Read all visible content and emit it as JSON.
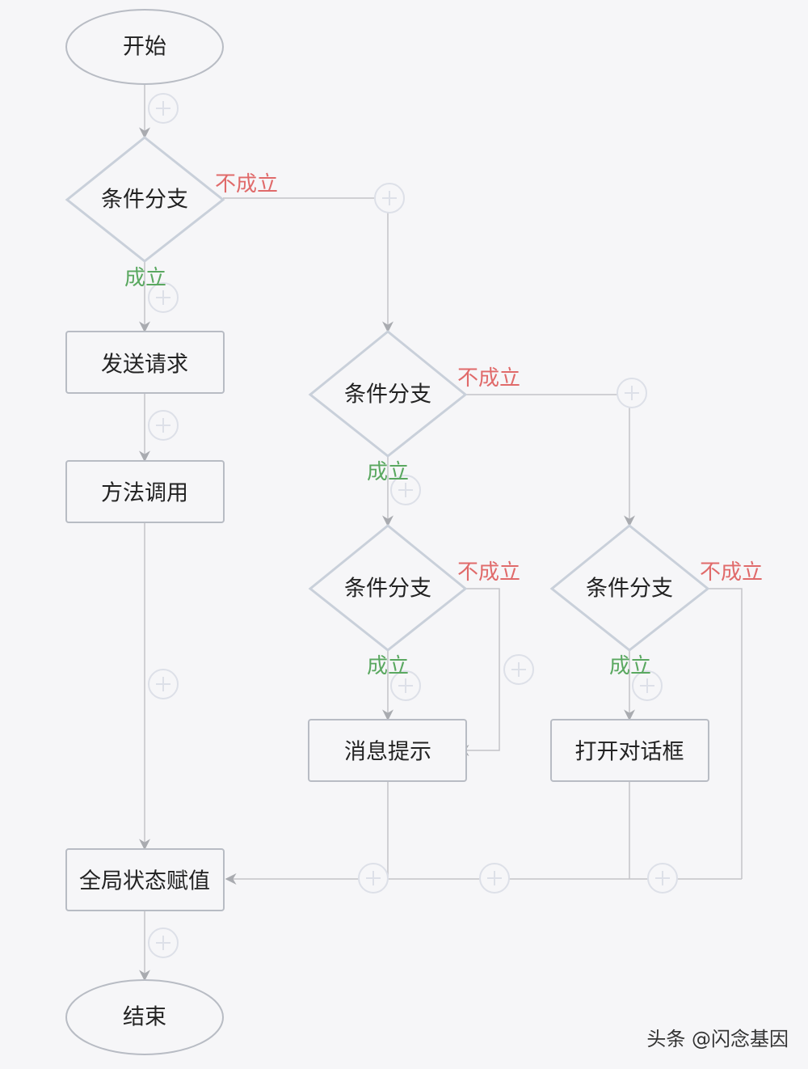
{
  "nodes": {
    "start": "开始",
    "cond1": "条件分支",
    "send_request": "发送请求",
    "method_call": "方法调用",
    "cond2": "条件分支",
    "cond3": "条件分支",
    "cond4": "条件分支",
    "message_tip": "消息提示",
    "open_dialog": "打开对话框",
    "global_assign": "全局状态赋值",
    "end": "结束"
  },
  "labels": {
    "yes": "成立",
    "no": "不成立"
  },
  "watermark": "头条 @闪念基因",
  "colors": {
    "background": "#f6f6f8",
    "node_fill": "#f6f6f8",
    "node_stroke": "#b8bcc4",
    "diamond_stroke": "#c9d0da",
    "line": "#c4c4c8",
    "yes": "#5aa860",
    "no": "#e06a6a",
    "add_icon": "#dde0e8"
  }
}
